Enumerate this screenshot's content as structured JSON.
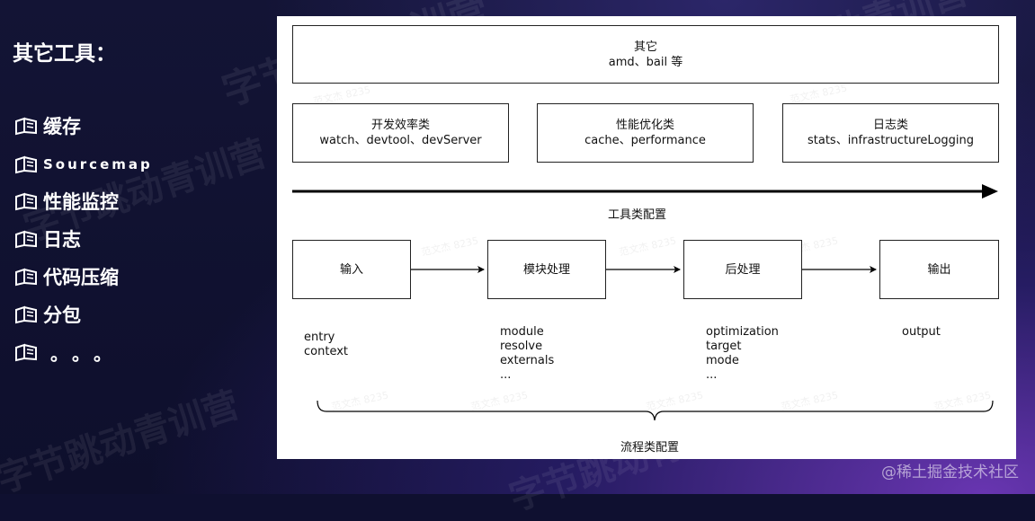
{
  "sidebar": {
    "title": "其它工具：",
    "items": [
      {
        "label": "缓存",
        "icon": "book-icon"
      },
      {
        "label": "Sourcemap",
        "icon": "book-icon"
      },
      {
        "label": "性能监控",
        "icon": "book-icon"
      },
      {
        "label": "日志",
        "icon": "book-icon"
      },
      {
        "label": "代码压缩",
        "icon": "book-icon"
      },
      {
        "label": "分包",
        "icon": "book-icon"
      },
      {
        "label": "。。。",
        "icon": "book-icon"
      }
    ]
  },
  "diagram": {
    "top_box": {
      "title": "其它",
      "subtitle": "amd、bail 等"
    },
    "tool_boxes": [
      {
        "title": "开发效率类",
        "subtitle": "watch、devtool、devServer"
      },
      {
        "title": "性能优化类",
        "subtitle": "cache、performance"
      },
      {
        "title": "日志类",
        "subtitle": "stats、infrastructureLogging"
      }
    ],
    "tool_label": "工具类配置",
    "flow_boxes": [
      "输入",
      "模块处理",
      "后处理",
      "输出"
    ],
    "flow_lists": [
      [
        "entry",
        "context"
      ],
      [
        "module",
        "resolve",
        "externals",
        "..."
      ],
      [
        "optimization",
        "target",
        "mode",
        "..."
      ],
      [
        "output"
      ]
    ],
    "flow_label": "流程类配置"
  },
  "watermarks": {
    "background": "字节跳动青训营",
    "panel": "范文杰 8235"
  },
  "footer": "@稀土掘金技术社区",
  "colors": {
    "background": "#0f1030",
    "panel": "#ffffff",
    "text": "#ffffff",
    "line": "#000000"
  }
}
